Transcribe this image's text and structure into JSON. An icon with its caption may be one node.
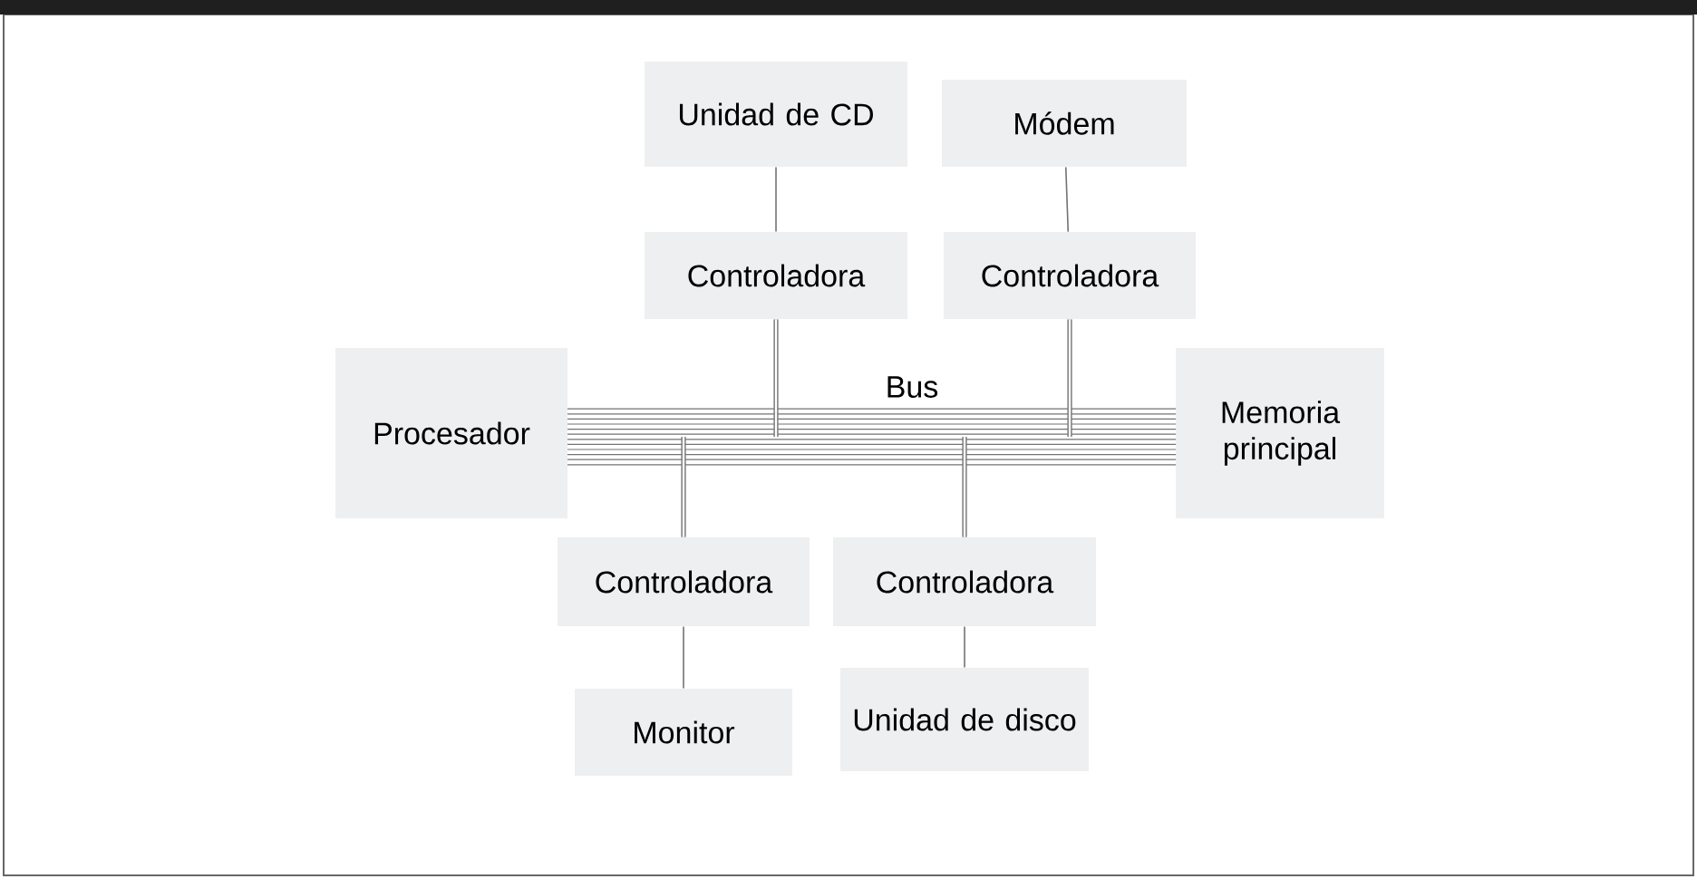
{
  "diagram": {
    "nodes": [
      {
        "text": [
          "Unidad de CD"
        ]
      },
      {
        "text": [
          "Módem"
        ]
      },
      {
        "text": [
          "Controladora"
        ]
      },
      {
        "text": [
          "Controladora"
        ]
      },
      {
        "text": [
          "Procesador"
        ]
      },
      {
        "text": [
          "Bus"
        ]
      },
      {
        "text": [
          "Memoria principal"
        ]
      },
      {
        "text": [
          "Controladora"
        ]
      },
      {
        "text": [
          "Controladora"
        ]
      },
      {
        "text": [
          "Monitor"
        ]
      },
      {
        "text": [
          "Unidad de disco"
        ]
      }
    ],
    "edges": [
      {
        "from": 0,
        "to": 2,
        "arrow": "none"
      },
      {
        "from": 1,
        "to": 3,
        "arrow": "none"
      },
      {
        "from": 2,
        "to": 5,
        "arrow": "none",
        "style": "thick"
      },
      {
        "from": 3,
        "to": 5,
        "arrow": "none",
        "style": "thick"
      },
      {
        "from": 7,
        "to": 5,
        "arrow": "none",
        "style": "thick"
      },
      {
        "from": 8,
        "to": 5,
        "arrow": "none",
        "style": "thick"
      },
      {
        "from": 7,
        "to": 9,
        "arrow": "none"
      },
      {
        "from": 8,
        "to": 10,
        "arrow": "none"
      }
    ]
  }
}
